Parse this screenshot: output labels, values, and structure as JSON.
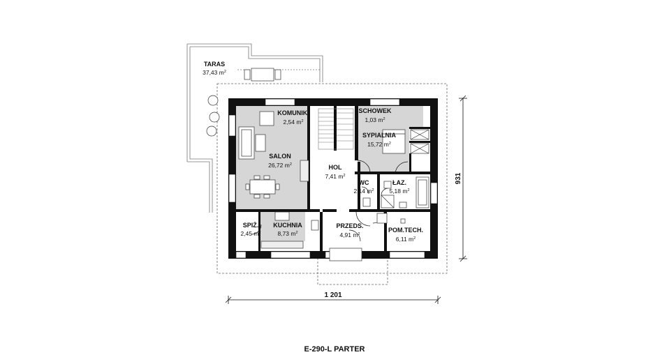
{
  "title": "E-290-L PARTER",
  "dimensions": {
    "width": "1 201",
    "height": "931"
  },
  "rooms": [
    {
      "id": "taras",
      "name": "TARAS",
      "area": "37,43 m",
      "unit": "2"
    },
    {
      "id": "komunik",
      "name": "KOMUNIK.",
      "area": "2,54 m",
      "unit": "2"
    },
    {
      "id": "salon",
      "name": "SALON",
      "area": "26,72 m",
      "unit": "2"
    },
    {
      "id": "hol",
      "name": "HOL",
      "area": "7,41 m",
      "unit": "2"
    },
    {
      "id": "schowek",
      "name": "SCHOWEK",
      "area": "1,03 m",
      "unit": "2"
    },
    {
      "id": "sypialnia",
      "name": "SYPIALNIA",
      "area": "15,72 m",
      "unit": "2"
    },
    {
      "id": "wc",
      "name": "WC",
      "area": "2,14 m",
      "unit": "2"
    },
    {
      "id": "laz",
      "name": "ŁAZ.",
      "area": "5,18 m",
      "unit": "2"
    },
    {
      "id": "spiz",
      "name": "SPIŻ.",
      "area": "2,45 m",
      "unit": "2"
    },
    {
      "id": "kuchnia",
      "name": "KUCHNIA",
      "area": "8,73 m",
      "unit": "2"
    },
    {
      "id": "przeds",
      "name": "PRZEDS.",
      "area": "4,91 m",
      "unit": "2"
    },
    {
      "id": "pomtech",
      "name": "POM.TECH.",
      "area": "6,11 m",
      "unit": "2"
    }
  ]
}
